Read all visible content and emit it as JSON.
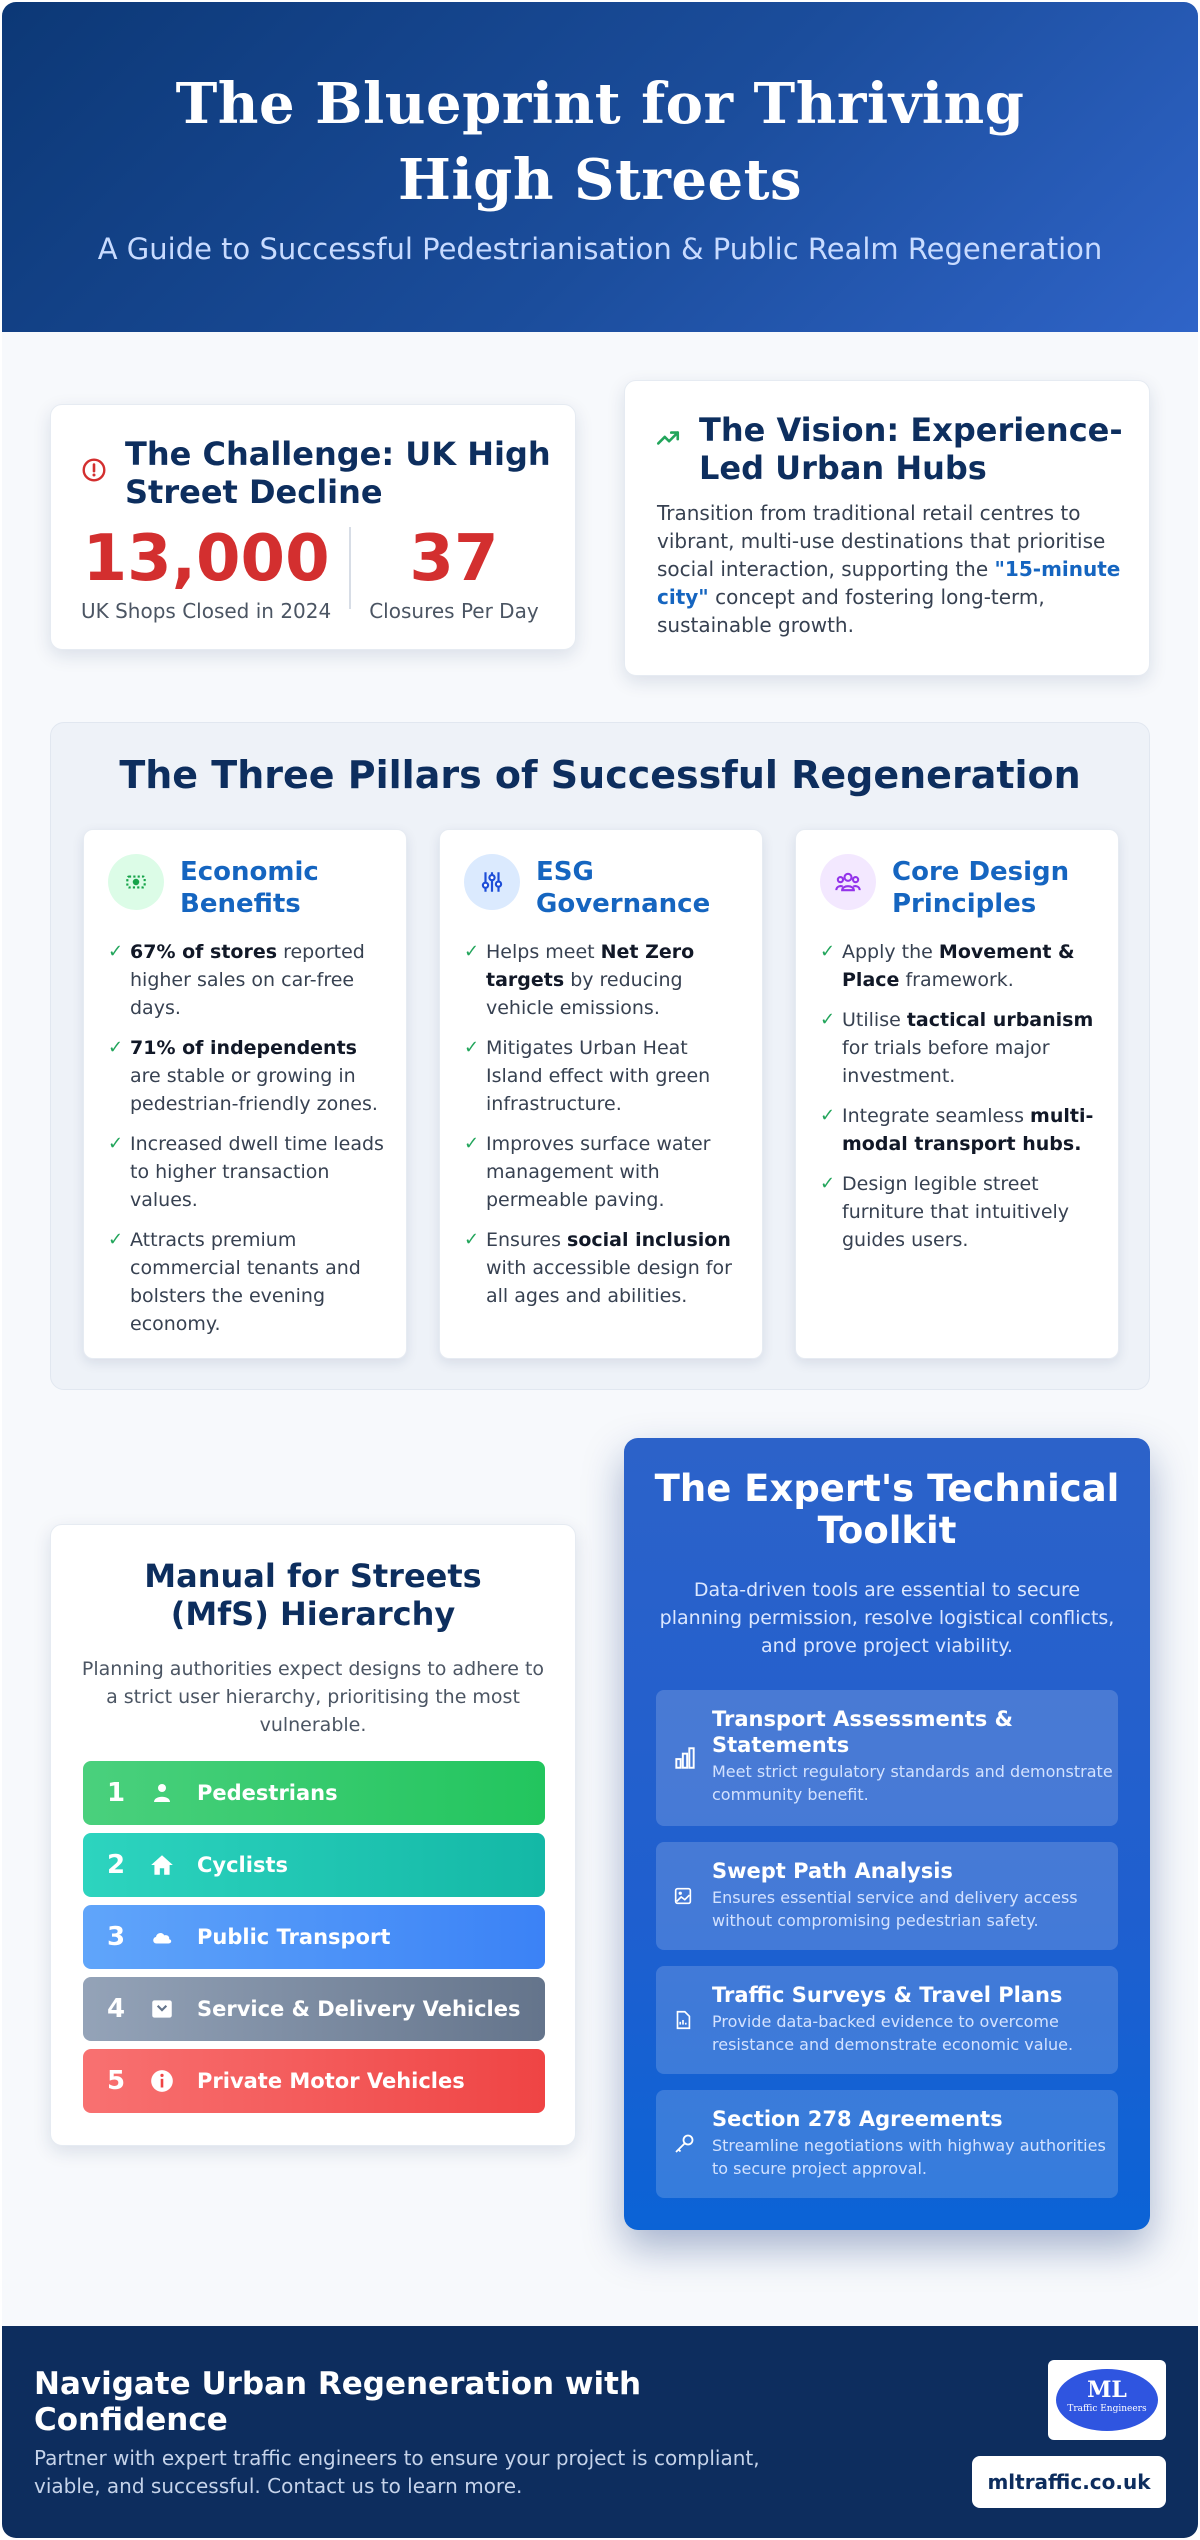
{
  "header": {
    "title": "The Blueprint for Thriving High Streets",
    "subtitle": "A Guide to Successful Pedestrianisation & Public Realm Regeneration"
  },
  "challenge": {
    "title": "The Challenge: UK High Street Decline",
    "icon": "alert-circle-icon",
    "stats": [
      {
        "value": "13,000",
        "label": "UK Shops Closed in 2024"
      },
      {
        "value": "37",
        "label": "Closures Per Day"
      }
    ]
  },
  "vision": {
    "title": "The Vision: Experience-Led Urban Hubs",
    "icon": "trending-up-icon",
    "text_before": "Transition from traditional retail centres to vibrant, multi-use destinations that prioritise social interaction, supporting the ",
    "highlight": "\"15-minute city\"",
    "text_after": " concept and fostering long-term, sustainable growth."
  },
  "pillars": {
    "title": "The Three Pillars of Successful Regeneration",
    "items": [
      {
        "title": "Economic Benefits",
        "icon": "money-icon",
        "points": [
          {
            "bold": "67% of stores",
            "rest": " reported higher sales on car-free days."
          },
          {
            "bold": "71% of independents",
            "rest": " are stable or growing in pedestrian-friendly zones."
          },
          {
            "pre": "Increased dwell time leads to higher transaction values."
          },
          {
            "pre": "Attracts premium commercial tenants and bolsters the evening economy."
          }
        ]
      },
      {
        "title": "ESG Governance",
        "icon": "sliders-icon",
        "points": [
          {
            "pre": "Helps meet ",
            "bold": "Net Zero targets",
            "rest": " by reducing vehicle emissions."
          },
          {
            "pre": "Mitigates Urban Heat Island effect with green infrastructure."
          },
          {
            "pre": "Improves surface water management with permeable paving."
          },
          {
            "pre": "Ensures ",
            "bold": "social inclusion",
            "rest": " with accessible design for all ages and abilities."
          }
        ]
      },
      {
        "title": "Core Design Principles",
        "icon": "people-group-icon",
        "points": [
          {
            "pre": "Apply the ",
            "bold": "Movement & Place",
            "rest": " framework."
          },
          {
            "pre": "Utilise ",
            "bold": "tactical urbanism",
            "rest": " for trials before major investment."
          },
          {
            "pre": "Integrate seamless ",
            "bold": "multi-modal transport hubs."
          },
          {
            "pre": "Design legible street furniture that intuitively guides users."
          }
        ]
      }
    ]
  },
  "mfs": {
    "title": "Manual for Streets (MfS) Hierarchy",
    "intro": "Planning authorities expect designs to adhere to a strict user hierarchy, prioritising the most vulnerable.",
    "levels": [
      {
        "n": "1",
        "label": "Pedestrians",
        "icon": "person-icon",
        "color": "#22c55e"
      },
      {
        "n": "2",
        "label": "Cyclists",
        "icon": "home-icon",
        "color": "#14b8a6"
      },
      {
        "n": "3",
        "label": "Public Transport",
        "icon": "cloud-icon",
        "color": "#3b82f6"
      },
      {
        "n": "4",
        "label": "Service & Delivery Vehicles",
        "icon": "box-icon",
        "color": "#64748b"
      },
      {
        "n": "5",
        "label": "Private Motor Vehicles",
        "icon": "info-icon",
        "color": "#ef4444"
      }
    ]
  },
  "toolkit": {
    "title": "The Expert's Technical Toolkit",
    "intro": "Data-driven tools are essential to secure planning permission, resolve logistical conflicts, and prove project viability.",
    "items": [
      {
        "name": "Transport Assessments & Statements",
        "desc": "Meet strict regulatory standards and demonstrate community benefit.",
        "icon": "bar-chart-icon"
      },
      {
        "name": "Swept Path Analysis",
        "desc": "Ensures essential service and delivery access without compromising pedestrian safety.",
        "icon": "image-icon"
      },
      {
        "name": "Traffic Surveys & Travel Plans",
        "desc": "Provide data-backed evidence to overcome resistance and demonstrate economic value.",
        "icon": "document-chart-icon"
      },
      {
        "name": "Section 278 Agreements",
        "desc": "Streamline negotiations with highway authorities to secure project approval.",
        "icon": "key-icon"
      }
    ]
  },
  "footer": {
    "title": "Navigate Urban Regeneration with Confidence",
    "text": "Partner with expert traffic engineers to ensure your project is compliant, viable, and successful. Contact us to learn more.",
    "logo_main": "ML",
    "logo_sub": "Traffic Engineers",
    "site": "mltraffic.co.uk"
  },
  "colors": {
    "navy": "#0d2e5e",
    "accent_blue": "#1565c0",
    "stat_red": "#d32f2f",
    "check_green": "#22a55b"
  }
}
